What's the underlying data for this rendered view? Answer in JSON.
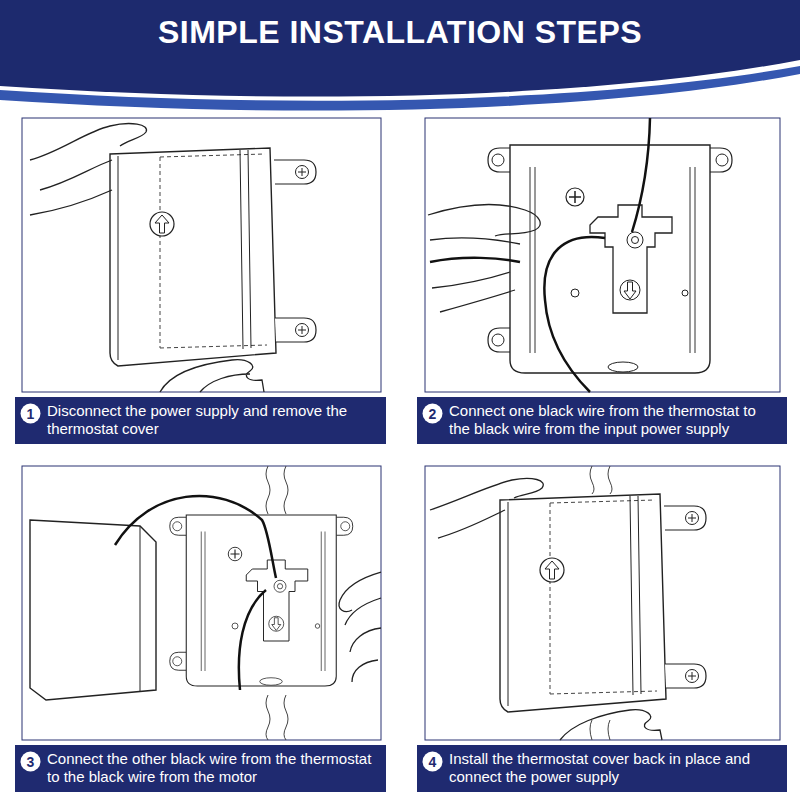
{
  "diagram": {
    "title": "SIMPLE INSTALLATION STEPS",
    "nodes": [
      {
        "text": [
          "Disconnect the power supply and remove the thermostat cover"
        ]
      },
      {
        "text": [
          "1"
        ],
        "in": 0
      },
      {
        "text": [
          "Connect one black wire from the thermostat to the black wire from the input power supply"
        ]
      },
      {
        "text": [
          "2"
        ],
        "in": 2
      },
      {
        "text": [
          "Connect the other black wire from the thermostat to the black wire from the motor"
        ]
      },
      {
        "text": [
          "3"
        ],
        "in": 4
      },
      {
        "text": [
          "Install the thermostat cover back in place and connect the power supply"
        ]
      },
      {
        "text": [
          "4"
        ],
        "in": 6
      }
    ]
  }
}
